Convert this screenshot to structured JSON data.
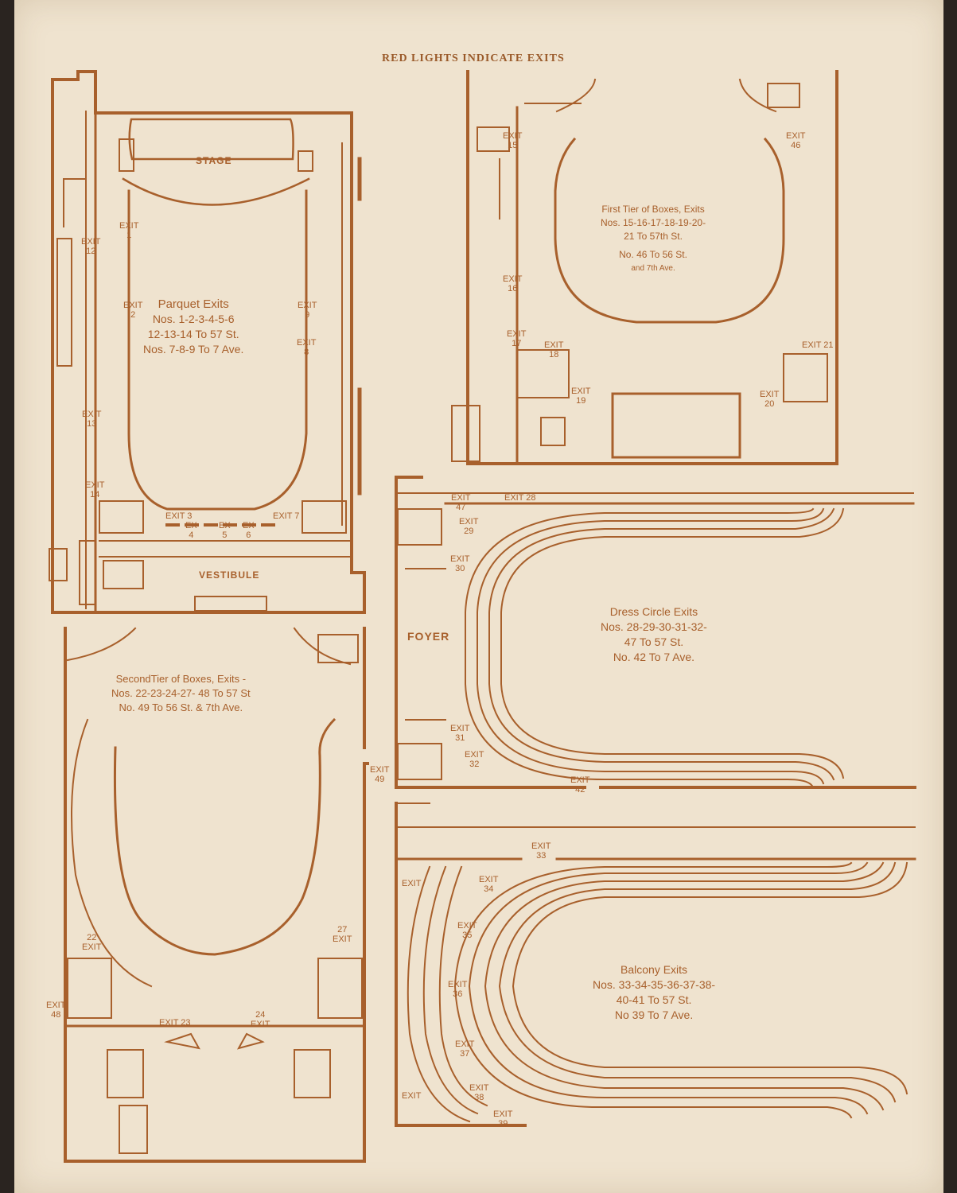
{
  "header": {
    "title": "RED LIGHTS INDICATE EXITS"
  },
  "rooms": {
    "stage": "STAGE",
    "vestibule": "VESTIBULE",
    "foyer": "FOYER"
  },
  "sections": {
    "parquet": {
      "title": "Parquet Exits",
      "lines": [
        "Nos. 1-2-3-4-5-6",
        "12-13-14 To 57 St.",
        "Nos. 7-8-9 To 7 Ave."
      ]
    },
    "first_tier": {
      "title": "First Tier of Boxes, Exits",
      "lines": [
        "Nos. 15-16-17-18-19-20-",
        "21 To 57th St.",
        "No. 46 To 56 St.",
        "and 7th Ave."
      ]
    },
    "second_tier": {
      "title": "SecondTier of Boxes, Exits -",
      "lines": [
        "Nos. 22-23-24-27- 48 To 57 St",
        "No. 49 To 56 St. & 7th Ave."
      ]
    },
    "dress_circle": {
      "title": "Dress Circle Exits",
      "lines": [
        "Nos. 28-29-30-31-32-",
        "47 To 57 St.",
        "No. 42 To 7 Ave."
      ]
    },
    "balcony": {
      "title": "Balcony Exits",
      "lines": [
        "Nos. 33-34-35-36-37-38-",
        "40-41 To 57 St.",
        "No 39 To 7 Ave."
      ]
    }
  },
  "exit_word": "EXIT",
  "ex_word": "EX",
  "exits": {
    "e1": "1",
    "e2": "2",
    "e3": "3",
    "e4": "4",
    "e5": "5",
    "e6": "6",
    "e7": "7",
    "e8": "8",
    "e9": "9",
    "e12": "12",
    "e13": "13",
    "e14": "14",
    "e15": "15",
    "e16": "16",
    "e17": "17",
    "e18": "18",
    "e19": "19",
    "e20": "20",
    "e21": "21",
    "e22": "22",
    "e23": "23",
    "e24": "24",
    "e27": "27",
    "e28": "28",
    "e29": "29",
    "e30": "30",
    "e31": "31",
    "e32": "32",
    "e33": "33",
    "e34": "34",
    "e35": "35",
    "e36": "36",
    "e37": "37",
    "e38": "38",
    "e39": "39",
    "e42": "42",
    "e46": "46",
    "e47": "47",
    "e48": "48",
    "e49": "49"
  }
}
